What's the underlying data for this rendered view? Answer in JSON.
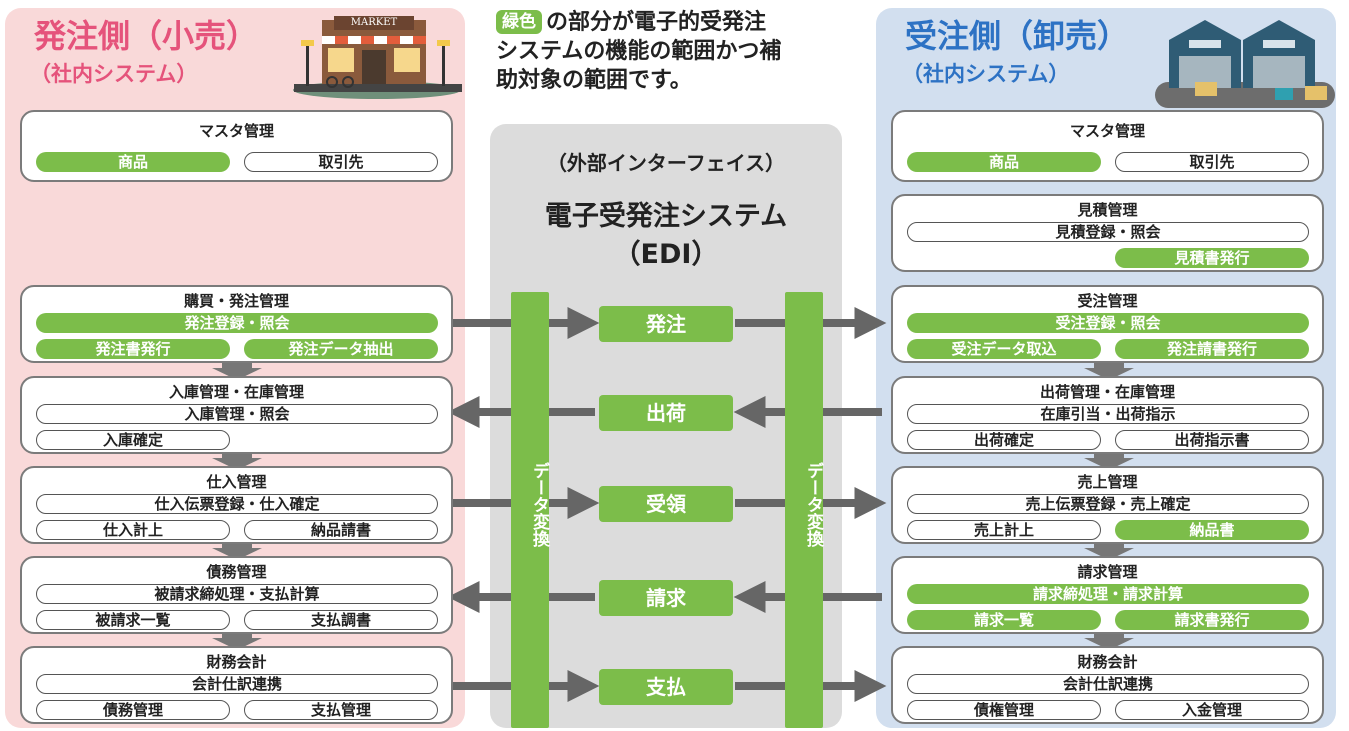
{
  "highlight_tag": "緑色",
  "note": {
    "line1": "の部分が電子的受発注",
    "line2": "システムの機能の範囲かつ補",
    "line3": "助対象の範囲です。"
  },
  "left": {
    "title": "発注側（小売）",
    "subtitle": "（社内システム）",
    "store_sign": "MARKET",
    "master": {
      "title": "マスタ管理",
      "items": [
        "商品",
        "取引先"
      ]
    },
    "purchase": {
      "title": "購買・発注管理",
      "items": [
        "発注登録・照会",
        "発注書発行",
        "発注データ抽出"
      ]
    },
    "receiving": {
      "title": "入庫管理・在庫管理",
      "items": [
        "入庫管理・照会",
        "入庫確定"
      ]
    },
    "buying": {
      "title": "仕入管理",
      "items": [
        "仕入伝票登録・仕入確定",
        "仕入計上",
        "納品請書"
      ]
    },
    "debt": {
      "title": "債務管理",
      "items": [
        "被請求締処理・支払計算",
        "被請求一覧",
        "支払調書"
      ]
    },
    "finance": {
      "title": "財務会計",
      "items": [
        "会計仕訳連携",
        "債務管理",
        "支払管理"
      ]
    }
  },
  "middle": {
    "interface_label": "（外部インターフェイス）",
    "system_title": "電子受発注システム",
    "system_sub": "（EDI）",
    "conv_left": "データ変換",
    "conv_right": "データ変換",
    "flows": [
      "発注",
      "出荷",
      "受領",
      "請求",
      "支払"
    ]
  },
  "right": {
    "title": "受注側（卸売）",
    "subtitle": "（社内システム）",
    "master": {
      "title": "マスタ管理",
      "items": [
        "商品",
        "取引先"
      ]
    },
    "estimate": {
      "title": "見積管理",
      "items": [
        "見積登録・照会",
        "見積書発行"
      ]
    },
    "order": {
      "title": "受注管理",
      "items": [
        "受注登録・照会",
        "受注データ取込",
        "発注請書発行"
      ]
    },
    "shipping": {
      "title": "出荷管理・在庫管理",
      "items": [
        "在庫引当・出荷指示",
        "出荷確定",
        "出荷指示書"
      ]
    },
    "sales": {
      "title": "売上管理",
      "items": [
        "売上伝票登録・売上確定",
        "売上計上",
        "納品書"
      ]
    },
    "billing": {
      "title": "請求管理",
      "items": [
        "請求締処理・請求計算",
        "請求一覧",
        "請求書発行"
      ]
    },
    "finance": {
      "title": "財務会計",
      "items": [
        "会計仕訳連携",
        "債権管理",
        "入金管理"
      ]
    }
  },
  "colors": {
    "green": "#7cbd4a",
    "pink": "#e5537b",
    "blue": "#2d72c4",
    "arrow": "#666666"
  }
}
